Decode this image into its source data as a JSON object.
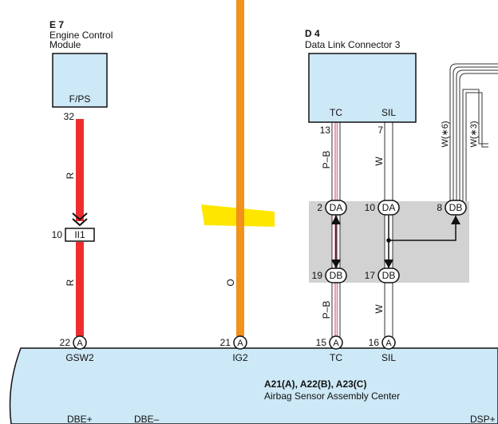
{
  "components": {
    "e7": {
      "ref": "E 7",
      "name_line1": "Engine Control",
      "name_line2": "Module",
      "pin_label": "F/PS"
    },
    "d4": {
      "ref": "D 4",
      "name": "Data Link Connector 3",
      "pin_tc": "TC",
      "pin_sil": "SIL"
    },
    "airbag": {
      "refs": "A21(A), A22(B), A23(C)",
      "name": "Airbag Sensor Assembly Center"
    }
  },
  "connector_ii1": {
    "pin": "10",
    "label": "II1"
  },
  "wires": {
    "r_top": "R",
    "r_bottom": "R",
    "o": "O",
    "pb_top": "P–B",
    "pb_bottom": "P–B",
    "w_top": "W",
    "w_bottom": "W",
    "w6": "W(∗6)",
    "w3": "W(∗3)"
  },
  "pins": {
    "e7_32": "32",
    "d4_13": "13",
    "d4_7": "7",
    "da_2": "2",
    "da_10": "10",
    "db_8": "8",
    "db_19": "19",
    "db_17": "17",
    "a_22": "22",
    "a_21": "21",
    "a_15": "15",
    "a_16": "16"
  },
  "connector_letters": {
    "A": "A",
    "DA": "DA",
    "DB": "DB"
  },
  "bottom_terminals": {
    "gsw2": "GSW2",
    "ig2": "IG2",
    "tc": "TC",
    "sil": "SIL"
  },
  "bottom_row": {
    "dbe_plus": "DBE+",
    "dbe_minus": "DBE–",
    "dsp_plus": "DSP+"
  },
  "colors": {
    "component_fill": "#cde8f6",
    "red_wire": "#ee2e2e",
    "orange_wire": "#f2911c",
    "pink_wire": "#e778a8",
    "highlight": "#ffe600",
    "junction_box": "#d2d2d2"
  }
}
